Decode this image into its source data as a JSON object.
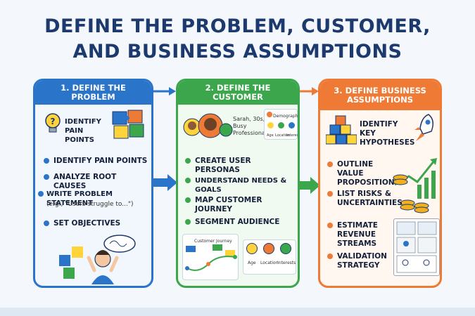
{
  "title_line1": "DEFINE THE PROBLEM, CUSTOMER,",
  "title_line2": "AND BUSINESS ASSUMPTIONS",
  "panel1": {
    "header": "1. DEFINE THE PROBLEM",
    "hero_label": "IDENTIFY PAIN POINTS",
    "items": [
      "IDENTIFY PAIN POINTS",
      "ANALYZE ROOT CAUSES",
      "WRITE PROBLEM STATEMENT",
      "SET OBJECTIVES"
    ],
    "statement_example": "(e.g., \"Users struggle to...\")"
  },
  "panel2": {
    "header": "2. DEFINE THE CUSTOMER",
    "persona_caption": "Sarah, 30s, Busy Professional",
    "demographic_label": "Demographic",
    "demo_fields": [
      "Age",
      "Location",
      "Interests"
    ],
    "items": [
      "CREATE USER PERSONAS",
      "UNDERSTAND NEEDS & GOALS",
      "MAP CUSTOMER JOURNEY",
      "SEGMENT AUDIENCE"
    ],
    "journey_label": "Customer Journey",
    "card_fields": [
      "Age",
      "Location",
      "Interests"
    ]
  },
  "panel3": {
    "header": "3. DEFINE BUSINESS ASSUMPTIONS",
    "items": [
      "IDENTIFY KEY HYPOTHESES",
      "OUTLINE VALUE PROPOSITION",
      "LIST RISKS & UNCERTAINTIES",
      "ESTIMATE REVENUE STREAMS",
      "VALIDATION STRATEGY"
    ]
  },
  "colors": {
    "blue": "#2a74c9",
    "green": "#3ba64b",
    "orange": "#ef7a35",
    "title": "#1c3a6e"
  },
  "icons": [
    "lightbulb-icon",
    "puzzle-icon",
    "confused-person-icon",
    "persona-avatar-icon",
    "journey-chart-icon",
    "cubes-icon",
    "rocket-icon",
    "coins-growth-icon",
    "board-icon",
    "arrow-right-icon"
  ]
}
